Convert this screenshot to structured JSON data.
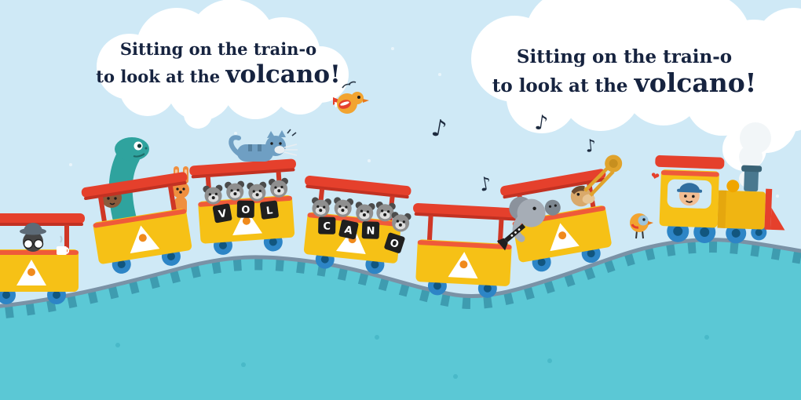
{
  "bubbles": {
    "left": {
      "line1": "Sitting on the train-o",
      "line2_prefix": "to look at the ",
      "line2_emphasis": "volcano!"
    },
    "right": {
      "line1": "Sitting on the train-o",
      "line2_prefix": "to look at the ",
      "line2_emphasis": "volcano!"
    }
  },
  "train": {
    "letters_car1": [
      "V",
      "O",
      "L"
    ],
    "letters_car2": [
      "C",
      "A",
      "N",
      "O"
    ]
  },
  "icons": {
    "music_note": "♪",
    "heart": "❤"
  },
  "colors": {
    "sky": "#cfe9f6",
    "cloud": "#ffffff",
    "text": "#16233f",
    "hill": "#5bc8d5",
    "track_rail": "#7a92a6",
    "track_sleeper": "#3e9cb0",
    "car_yellow": "#f6c116",
    "car_red": "#e5402c",
    "wheel_blue": "#2d85c6",
    "dino_teal": "#2fa39e",
    "cat_blue": "#6f9fc3"
  }
}
